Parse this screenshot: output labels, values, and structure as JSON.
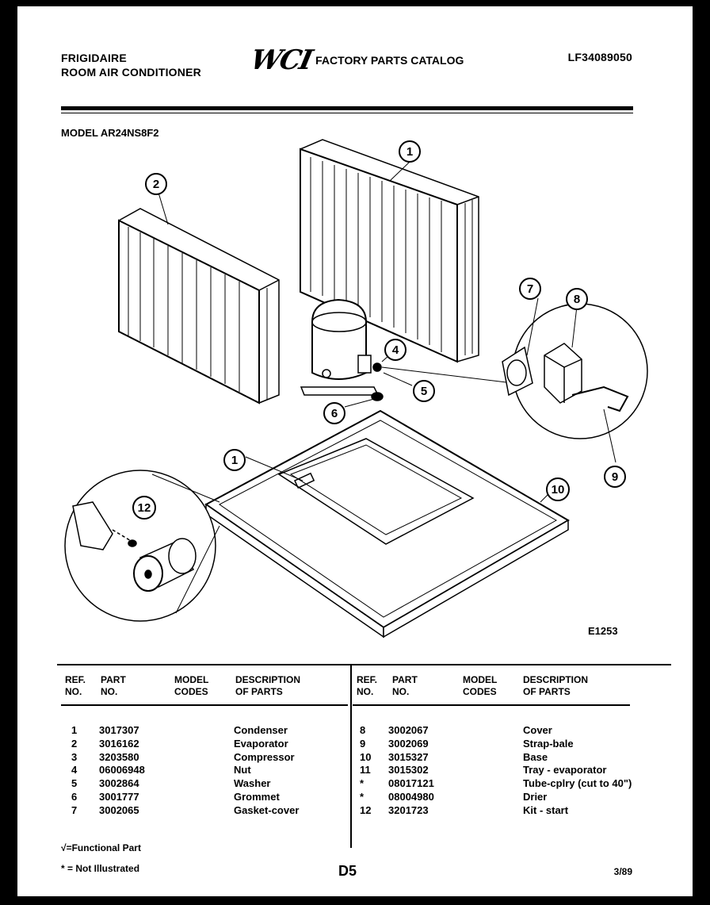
{
  "header": {
    "brand_line1": "FRIGIDAIRE",
    "brand_line2": "ROOM AIR CONDITIONER",
    "logo": "WCI",
    "catalog_title": "FACTORY PARTS CATALOG",
    "catalog_number": "LF34089050"
  },
  "model_label": "MODEL AR24NS8F2",
  "diagram": {
    "figure_id": "E1253",
    "callouts": [
      "1",
      "2",
      "4",
      "5",
      "6",
      "7",
      "8",
      "9",
      "1",
      "10",
      "12"
    ]
  },
  "table": {
    "headers": {
      "ref_no": [
        "REF.",
        "NO."
      ],
      "part_no": [
        "PART",
        "NO."
      ],
      "model_codes": [
        "MODEL",
        "CODES"
      ],
      "description": [
        "DESCRIPTION",
        "OF PARTS"
      ]
    },
    "left_rows": [
      {
        "ref": "1",
        "part": "3017307",
        "desc": "Condenser"
      },
      {
        "ref": "2",
        "part": "3016162",
        "desc": "Evaporator"
      },
      {
        "ref": "3",
        "part": "3203580",
        "desc": "Compressor"
      },
      {
        "ref": "4",
        "part": "06006948",
        "desc": "Nut"
      },
      {
        "ref": "5",
        "part": "3002864",
        "desc": "Washer"
      },
      {
        "ref": "6",
        "part": "3001777",
        "desc": "Grommet"
      },
      {
        "ref": "7",
        "part": "3002065",
        "desc": "Gasket-cover"
      }
    ],
    "right_rows": [
      {
        "ref": "8",
        "part": "3002067",
        "desc": "Cover"
      },
      {
        "ref": "9",
        "part": "3002069",
        "desc": "Strap-bale"
      },
      {
        "ref": "10",
        "part": "3015327",
        "desc": "Base"
      },
      {
        "ref": "11",
        "part": "3015302",
        "desc": "Tray - evaporator"
      },
      {
        "ref": "*",
        "part": "08017121",
        "desc": "Tube-cplry (cut to 40\")"
      },
      {
        "ref": "*",
        "part": "08004980",
        "desc": "Drier"
      },
      {
        "ref": "12",
        "part": "3201723",
        "desc": "Kit - start"
      }
    ]
  },
  "footer": {
    "functional": "√=Functional Part",
    "not_illustrated": "* = Not Illustrated",
    "page": "D5",
    "date": "3/89"
  }
}
